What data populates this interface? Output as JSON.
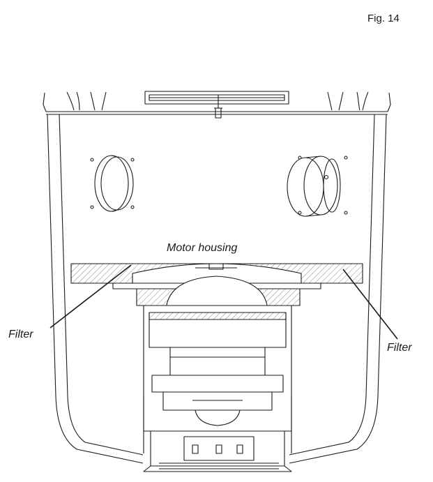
{
  "figure": {
    "number": "Fig. 14"
  },
  "labels": {
    "motor_housing": "Motor housing",
    "filter_left": "Filter",
    "filter_right": "Filter"
  },
  "colors": {
    "line": "#1a1a1a",
    "background": "#ffffff",
    "hatch": "#555555"
  }
}
